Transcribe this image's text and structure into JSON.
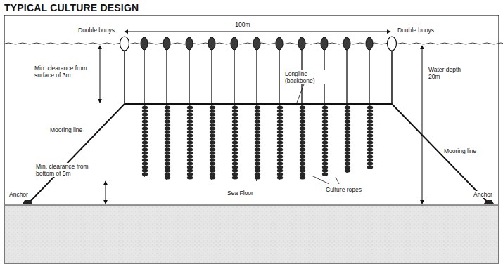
{
  "diagram": {
    "title": "TYPICAL CULTURE DESIGN",
    "labels": [
      "100m",
      "Double buoys",
      "Double buoys",
      "Min. clearance from surface of 3m",
      "Longline (backbone)",
      "Water depth 20m",
      "Mooring line",
      "Mooring line",
      "Culture ropes",
      "Min. clearance from bottom of 5m",
      "Sea Floor",
      "Anchor",
      "Anchor"
    ]
  }
}
